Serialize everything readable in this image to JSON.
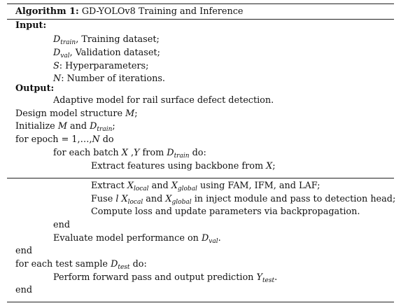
{
  "algorithm": {
    "label": "Algorithm 1",
    "title": "GD-YOLOv8 Training and Inference"
  },
  "input": {
    "heading": "Input:",
    "items": [
      {
        "sym": "D",
        "sub": "train",
        "desc": ", Training dataset;"
      },
      {
        "sym": "D",
        "sub": "val",
        "desc": ", Validation dataset;"
      },
      {
        "sym": "S",
        "sub": "",
        "desc": ": Hyperparameters;"
      },
      {
        "sym": "N",
        "sub": "",
        "desc": ": Number of iterations."
      }
    ]
  },
  "output": {
    "heading": "Output:",
    "text": "Adaptive model for rail surface defect detection."
  },
  "body": {
    "design": {
      "pre": "Design model structure ",
      "sym": "M",
      "post": ";"
    },
    "init": {
      "pre": "Initialize ",
      "sym1": "M",
      "mid": " and ",
      "sym2": "D",
      "sub2": "train",
      "post": ";"
    },
    "for_epoch": {
      "pre": "for epoch = 1,…,",
      "sym": "N",
      "post": " do"
    },
    "for_batch": {
      "pre": "for each batch ",
      "sym1": "X",
      "mid": " ,",
      "sym2": "Y",
      "mid2": " from ",
      "sym3": "D",
      "sub3": "train",
      "post": " do:"
    },
    "extract1": {
      "pre": "Extract features using backbone from ",
      "sym": "X",
      "post": ";"
    },
    "extract2": {
      "pre": "Extract ",
      "sym1": "X",
      "sub1": "local",
      "mid": " and ",
      "sym2": "X",
      "sub2": "global",
      "post": " using FAM, IFM, and LAF;"
    },
    "fuse": {
      "pre": "Fuse ",
      "sym1": "l X",
      "sub1": "local",
      "mid": " and ",
      "sym2": "X",
      "sub2": "global",
      "post": " in inject module and pass to detection head;"
    },
    "loss": {
      "text": "Compute loss and update parameters via backpropagation."
    },
    "end_inner": {
      "text": "end"
    },
    "evaluate": {
      "pre": "Evaluate model performance on ",
      "sym": "D",
      "sub": "val",
      "post": "."
    },
    "end_outer": {
      "text": "end"
    },
    "for_test": {
      "pre": "for each test sample ",
      "sym": "D",
      "sub": "test",
      "post": " do:"
    },
    "forward": {
      "pre": "Perform forward pass and output prediction ",
      "sym": "Y",
      "sub": "test",
      "post": "."
    },
    "end_final": {
      "text": "end"
    }
  }
}
